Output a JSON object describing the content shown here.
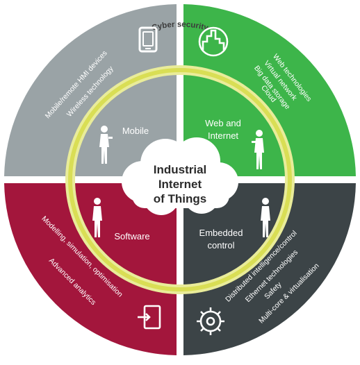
{
  "center": {
    "lines": [
      "Industrial",
      "Internet",
      "of Things"
    ]
  },
  "ring": {
    "label": "Cyber security"
  },
  "colors": {
    "mobile": "#9aa3a6",
    "web": "#3db54a",
    "software": "#a3163c",
    "embedded": "#3c4447",
    "ring": "#e3e87a",
    "cloud": "#ffffff"
  },
  "quadrants": {
    "mobile": {
      "label": "Mobile",
      "items": [
        "Mobile/remote HMI devices",
        "Wireless technology"
      ],
      "icon": "tablet-icon"
    },
    "web": {
      "label_lines": [
        "Web and",
        "Internet"
      ],
      "items": [
        "Web technologies",
        "Virtual network",
        "Big data storage",
        "Cloud"
      ],
      "icon": "city-skyline-icon"
    },
    "software": {
      "label": "Software",
      "items": [
        "Modelling, simulation, optimisation",
        "Advanced analytics"
      ],
      "icon": "door-exit-icon"
    },
    "embedded": {
      "label_lines": [
        "Embedded",
        "control"
      ],
      "items": [
        "Distributed intelligence/control",
        "Ethernet technologies",
        "Safety",
        "Multi-core & virtualisation"
      ],
      "icon": "gear-chip-icon"
    }
  }
}
